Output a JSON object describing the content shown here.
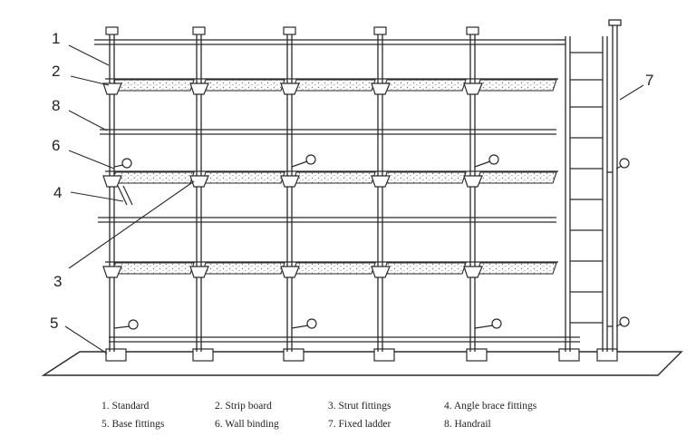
{
  "callouts": [
    "1",
    "2",
    "8",
    "6",
    "4",
    "3",
    "5",
    "7"
  ],
  "legend": {
    "row1": [
      "1. Standard",
      "2. Strip board",
      "3. Strut fittings",
      "4. Angle brace fittings"
    ],
    "row2": [
      "5. Base fittings",
      "6. Wall binding",
      "7. Fixed ladder",
      "8. Handrail"
    ]
  },
  "colors": {
    "line": "#2a2a2a",
    "background": "#ffffff",
    "board_speckle": "#777777"
  }
}
